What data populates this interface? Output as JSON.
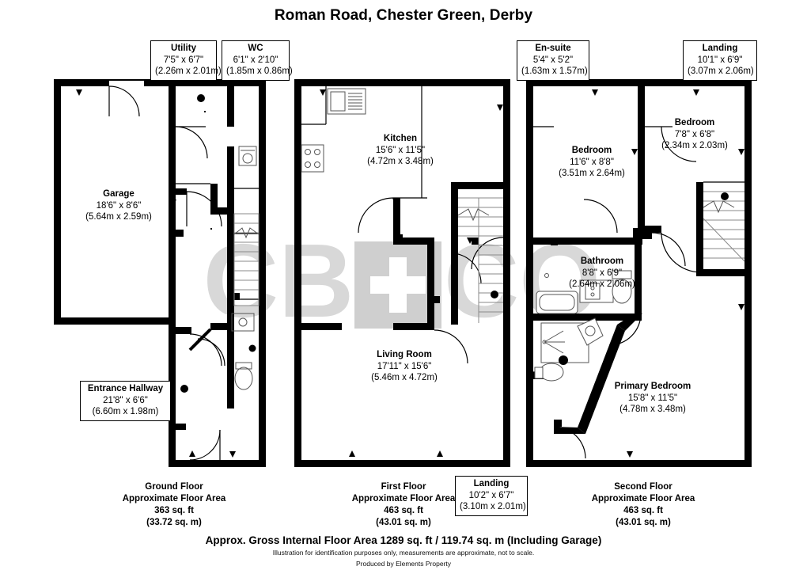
{
  "title": "Roman Road, Chester Green, Derby",
  "watermark": {
    "left_text": "CB",
    "right_text": "CO",
    "symbol": "+",
    "color": "#d4d4d4"
  },
  "colors": {
    "wall": "#000000",
    "fixture_line": "#4a4a4a",
    "stair_line": "#888888",
    "background": "#ffffff",
    "label_box_border": "#000000"
  },
  "floors": [
    {
      "id": "ground-floor",
      "name": "Ground Floor",
      "area_label": "Approximate Floor Area",
      "area_sqft": "363 sq. ft",
      "area_sqm": "(33.72 sq. m)",
      "rooms": [
        {
          "id": "utility",
          "name": "Utility",
          "imperial": "7'5\" x 6'7\"",
          "metric": "(2.26m x 2.01m)",
          "boxed": true
        },
        {
          "id": "wc",
          "name": "WC",
          "imperial": "6'1\" x 2'10\"",
          "metric": "(1.85m x 0.86m)",
          "boxed": true
        },
        {
          "id": "garage",
          "name": "Garage",
          "imperial": "18'6\" x 8'6\"",
          "metric": "(5.64m x 2.59m)",
          "boxed": false
        },
        {
          "id": "entrance-hallway",
          "name": "Entrance Hallway",
          "imperial": "21'8\" x 6'6\"",
          "metric": "(6.60m x 1.98m)",
          "boxed": true
        }
      ]
    },
    {
      "id": "first-floor",
      "name": "First Floor",
      "area_label": "Approximate Floor Area",
      "area_sqft": "463 sq. ft",
      "area_sqm": "(43.01 sq. m)",
      "rooms": [
        {
          "id": "kitchen",
          "name": "Kitchen",
          "imperial": "15'6\" x 11'5\"",
          "metric": "(4.72m x 3.48m)",
          "boxed": false
        },
        {
          "id": "living-room",
          "name": "Living Room",
          "imperial": "17'11\" x 15'6\"",
          "metric": "(5.46m x 4.72m)",
          "boxed": false
        },
        {
          "id": "first-floor-landing",
          "name": "Landing",
          "imperial": "10'2\" x 6'7\"",
          "metric": "(3.10m x 2.01m)",
          "boxed": true
        }
      ]
    },
    {
      "id": "second-floor",
      "name": "Second Floor",
      "area_label": "Approximate Floor Area",
      "area_sqft": "463 sq. ft",
      "area_sqm": "(43.01 sq. m)",
      "rooms": [
        {
          "id": "en-suite",
          "name": "En-suite",
          "imperial": "5'4\" x 5'2\"",
          "metric": "(1.63m x 1.57m)",
          "boxed": true
        },
        {
          "id": "second-floor-landing",
          "name": "Landing",
          "imperial": "10'1\" x 6'9\"",
          "metric": "(3.07m x 2.06m)",
          "boxed": true
        },
        {
          "id": "bedroom-2",
          "name": "Bedroom",
          "imperial": "11'6\" x 8'8\"",
          "metric": "(3.51m x 2.64m)",
          "boxed": false
        },
        {
          "id": "bedroom-3",
          "name": "Bedroom",
          "imperial": "7'8\" x 6'8\"",
          "metric": "(2.34m x 2.03m)",
          "boxed": false
        },
        {
          "id": "bathroom",
          "name": "Bathroom",
          "imperial": "8'8\" x 6'9\"",
          "metric": "(2.64m x 2.06m)",
          "boxed": false
        },
        {
          "id": "primary-bedroom",
          "name": "Primary Bedroom",
          "imperial": "15'8\" x 11'5\"",
          "metric": "(4.78m x 3.48m)",
          "boxed": false
        }
      ]
    }
  ],
  "footer": {
    "gross_area": "Approx. Gross Internal Floor Area 1289 sq. ft / 119.74 sq. m (Including Garage)",
    "disclaimer": "Illustration for identification purposes only, measurements are approximate, not to scale.",
    "producer": "Produced by Elements Property"
  }
}
